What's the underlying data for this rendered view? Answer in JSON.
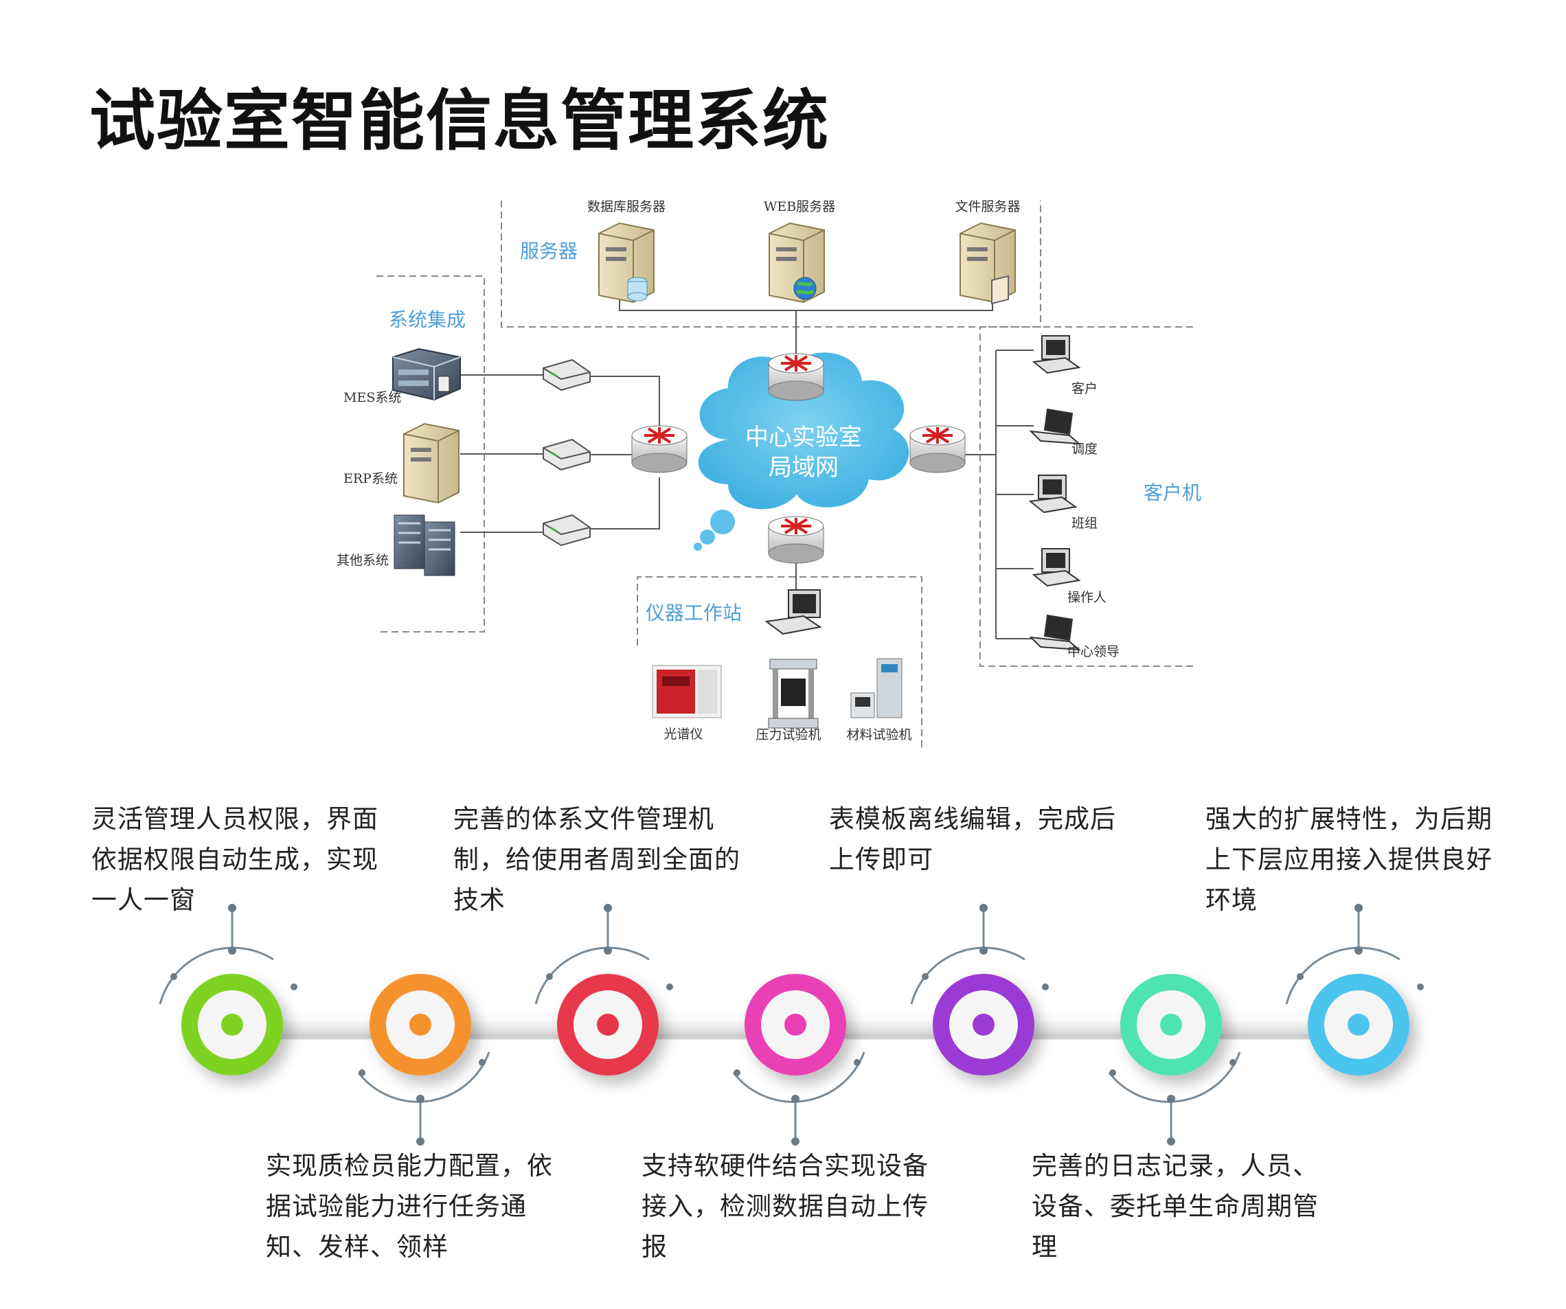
{
  "title": "试验室智能信息管理系统",
  "diagram": {
    "zones": {
      "server": "服务器",
      "integration": "系统集成",
      "client": "客户机",
      "instrument": "仪器工作站"
    },
    "cloud": {
      "line1": "中心实验室",
      "line2": "局域网"
    },
    "servers": [
      "数据库服务器",
      "WEB服务器",
      "文件服务器"
    ],
    "systems": [
      "MES系统",
      "ERP系统",
      "其他系统"
    ],
    "clients": [
      "客户",
      "调度",
      "班组",
      "操作人",
      "中心领导"
    ],
    "instruments": [
      "光谱仪",
      "压力试验机",
      "材料试验机"
    ]
  },
  "timeline": {
    "colors": [
      "#7ed321",
      "#f5922e",
      "#e8374b",
      "#ea3fb5",
      "#9b3bd6",
      "#4ee4b0",
      "#4cc4ee"
    ],
    "features_top": [
      "灵活管理人员权限，界面依据权限自动生成，实现一人一窗",
      "完善的体系文件管理机制，给使用者周到全面的技术",
      "表模板离线编辑，完成后上传即可",
      "强大的扩展特性，为后期上下层应用接入提供良好环境"
    ],
    "features_bottom": [
      "实现质检员能力配置，依据试验能力进行任务通知、发样、领样",
      "支持软硬件结合实现设备接入，检测数据自动上传报",
      "完善的日志记录，人员、设备、委托单生命周期管理"
    ]
  }
}
